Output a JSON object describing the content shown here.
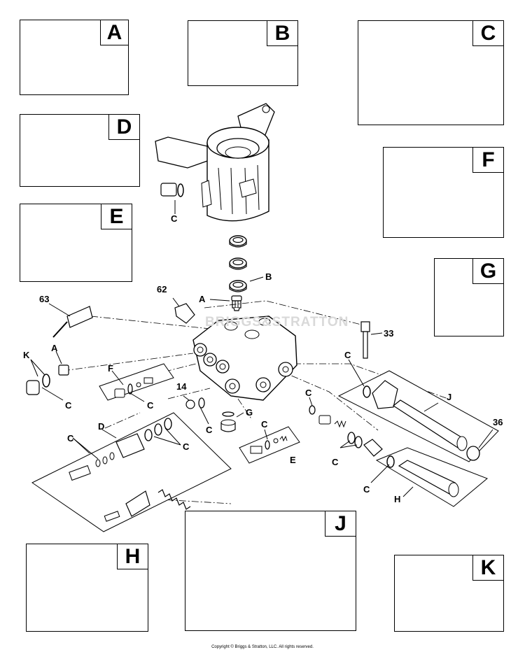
{
  "kits": {
    "a": "A",
    "b": "B",
    "c": "C",
    "d": "D",
    "e": "E",
    "f": "F",
    "g": "G",
    "h": "H",
    "j": "J",
    "k": "K"
  },
  "callouts": {
    "c_manifold_side": "C",
    "b_ring": "B",
    "a_valve_top": "A",
    "n62": "62",
    "n63": "63",
    "n33": "33",
    "k_left": "K",
    "a_left": "A",
    "c_k_left": "C",
    "f_exploded": "F",
    "c_f_exploded": "C",
    "d_exploded": "D",
    "n14": "14",
    "c_d_left": "C",
    "c_d_right": "C",
    "c_14": "C",
    "g_exploded": "G",
    "c_e_exploded": "C",
    "e_exploded": "E",
    "c_unloader_top": "C",
    "c_unloader_bottom": "C",
    "c_j_exploded": "C",
    "j_exploded": "J",
    "n36": "36",
    "c_h_exploded": "C",
    "h_exploded": "H"
  },
  "watermark": "BRIGGS&STRATTON",
  "copyright": "Copyright © Briggs & Stratton, LLC. All rights reserved."
}
